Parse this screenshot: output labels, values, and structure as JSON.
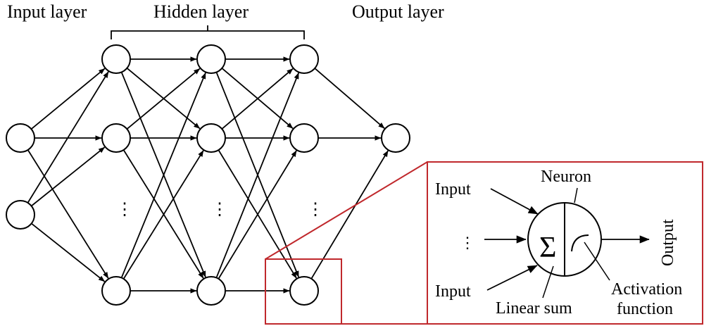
{
  "labels": {
    "input_layer": "Input layer",
    "hidden_layer": "Hidden layer",
    "output_layer": "Output layer",
    "ellipsis": "⋮"
  },
  "neuron_detail": {
    "title": "Neuron",
    "input_top": "Input",
    "input_bottom": "Input",
    "ellipsis": "⋮",
    "sigma": "Σ",
    "output": "Output",
    "linear_sum": "Linear sum",
    "activation_line1": "Activation",
    "activation_line2": "function"
  },
  "colors": {
    "highlight": "#c0282c",
    "stroke": "#000000"
  }
}
